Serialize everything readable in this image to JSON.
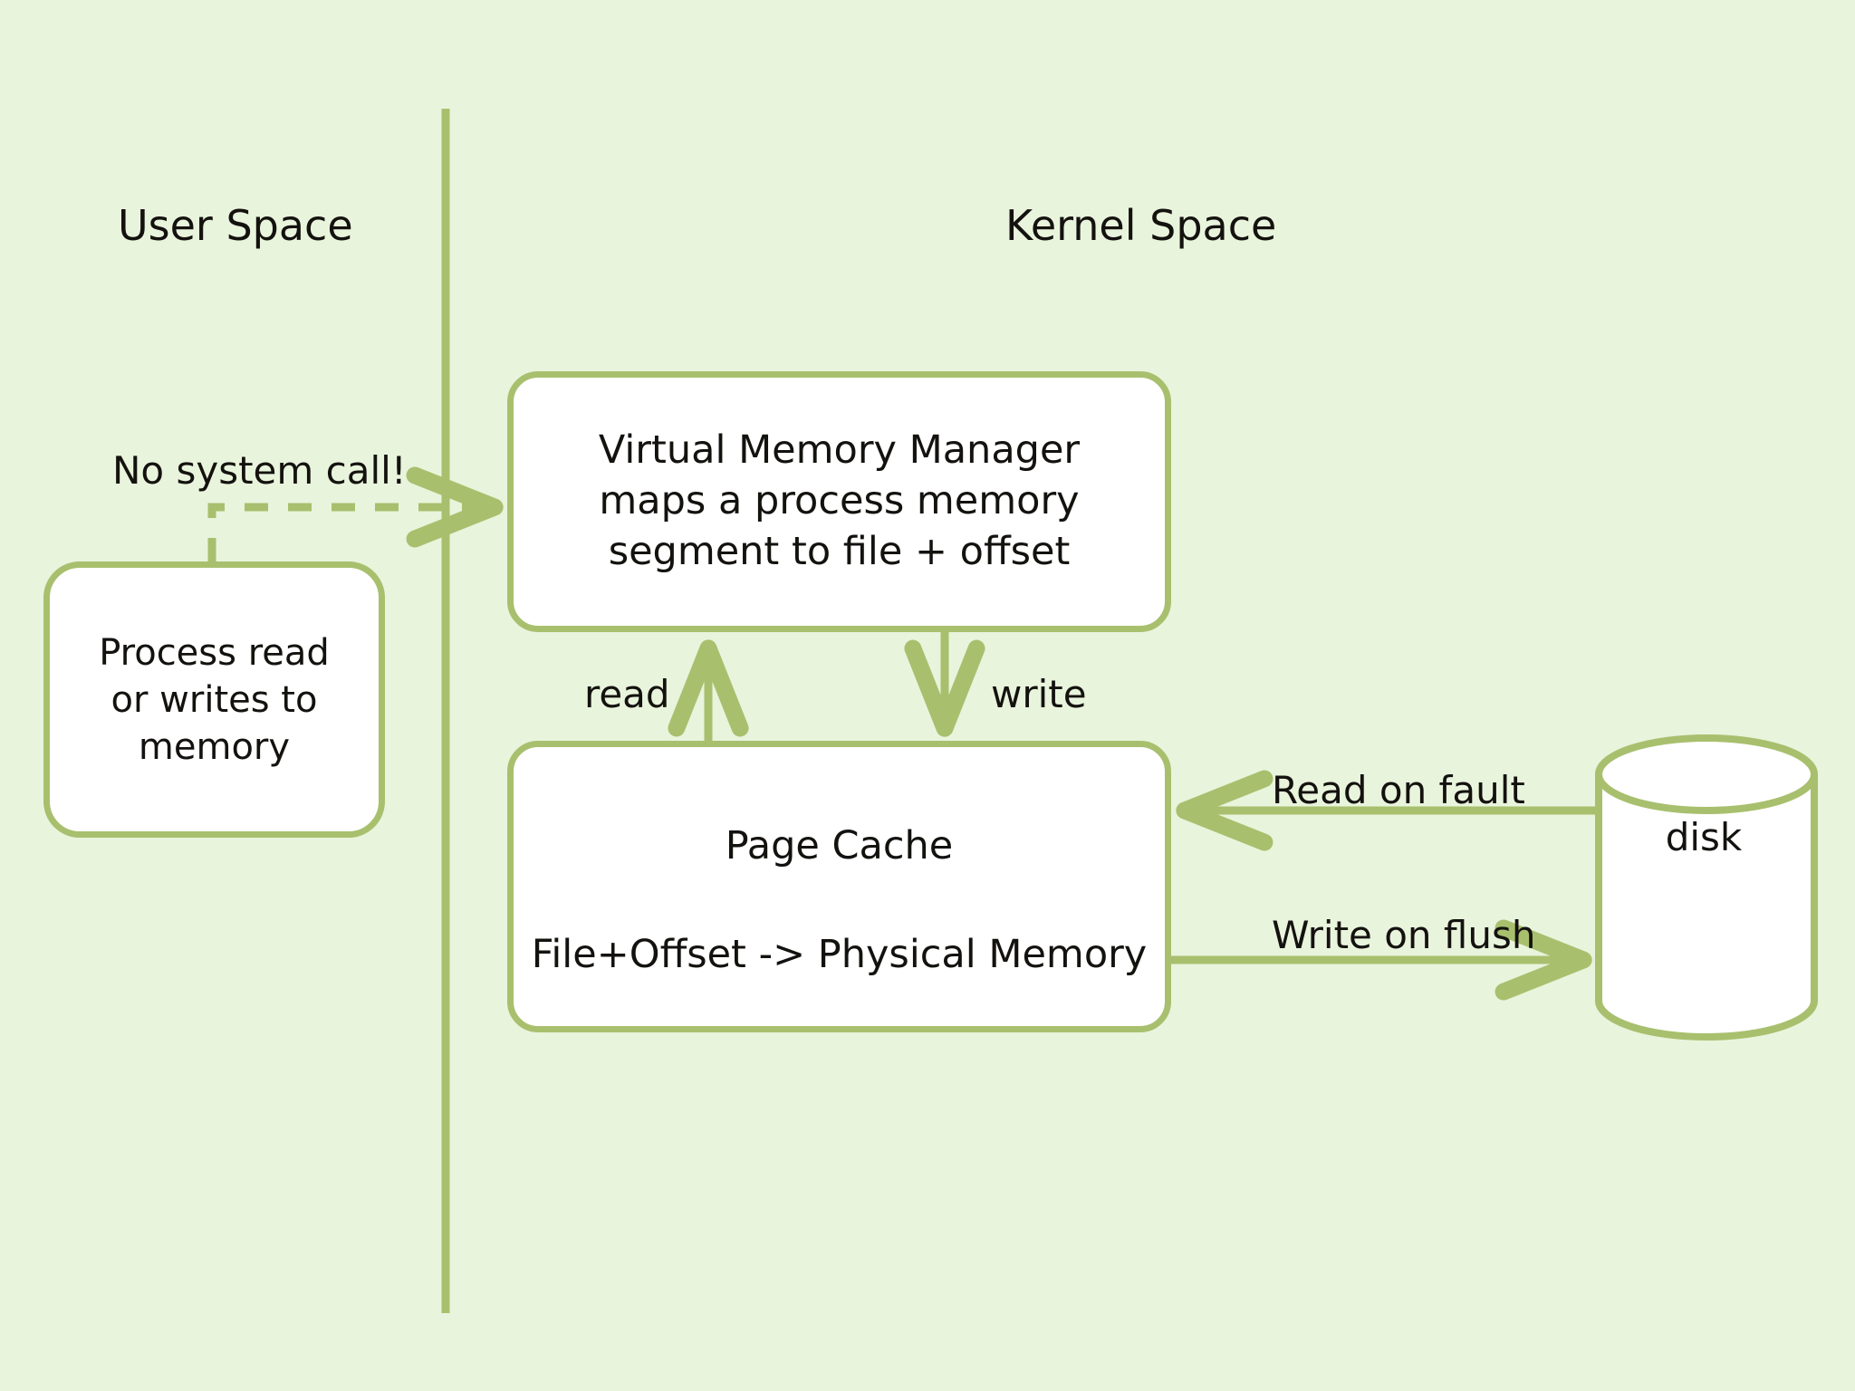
{
  "diagram": {
    "title": "Memory mapped file I/O: user space vs kernel space",
    "background_color": "#e9f4dc",
    "accent_color": "#a8c06e",
    "node_fill_color": "#ffffff",
    "text_color": "#14120f"
  },
  "regions": {
    "user_space_label": "User Space",
    "kernel_space_label": "Kernel Space"
  },
  "nodes": {
    "process": {
      "lines": [
        "Process read",
        "or writes to",
        "memory"
      ]
    },
    "vmm": {
      "lines": [
        "Virtual Memory Manager",
        "maps a process memory",
        "segment to file + offset"
      ]
    },
    "page_cache": {
      "title": "Page Cache",
      "mapping": "File+Offset -> Physical Memory"
    },
    "disk": {
      "label": "disk"
    }
  },
  "edges": {
    "no_system_call": "No system call!",
    "read": "read",
    "write": "write",
    "read_on_fault": "Read on fault",
    "write_on_flush": "Write on flush"
  },
  "chart_data": {
    "type": "diagram",
    "title": "Memory mapped file I/O",
    "nodes": [
      {
        "id": "process",
        "label": "Process read or writes to memory",
        "region": "User Space",
        "shape": "rounded-rect"
      },
      {
        "id": "vmm",
        "label": "Virtual Memory Manager maps a process memory segment to file + offset",
        "region": "Kernel Space",
        "shape": "rounded-rect"
      },
      {
        "id": "page_cache",
        "label": "Page Cache / File+Offset -> Physical Memory",
        "region": "Kernel Space",
        "shape": "rounded-rect"
      },
      {
        "id": "disk",
        "label": "disk",
        "region": "Kernel Space",
        "shape": "cylinder"
      }
    ],
    "edges": [
      {
        "from": "process",
        "to": "vmm",
        "label": "No system call!",
        "style": "dashed",
        "direction": "forward"
      },
      {
        "from": "page_cache",
        "to": "vmm",
        "label": "read",
        "style": "solid",
        "direction": "forward"
      },
      {
        "from": "vmm",
        "to": "page_cache",
        "label": "write",
        "style": "solid",
        "direction": "forward"
      },
      {
        "from": "disk",
        "to": "page_cache",
        "label": "Read on fault",
        "style": "solid",
        "direction": "forward"
      },
      {
        "from": "page_cache",
        "to": "disk",
        "label": "Write on flush",
        "style": "solid",
        "direction": "forward"
      }
    ],
    "divider": {
      "label": "User Space / Kernel Space boundary",
      "orientation": "vertical"
    }
  }
}
